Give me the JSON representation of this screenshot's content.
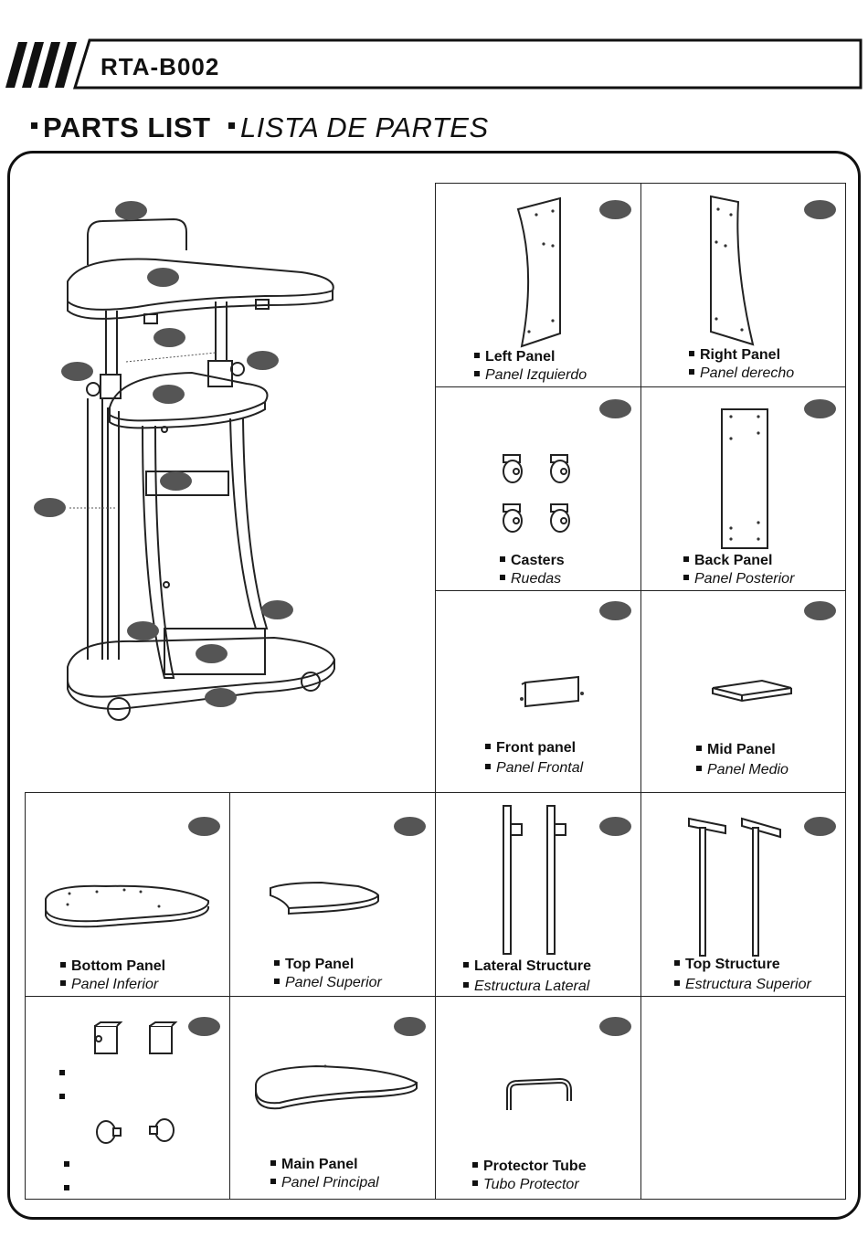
{
  "header": {
    "model": "RTA-B002"
  },
  "titles": {
    "parts_list_en": "PARTS LIST",
    "parts_list_es": "LISTA DE PARTES"
  },
  "parts": {
    "left_panel": {
      "en": "Left Panel",
      "es": "Panel Izquierdo"
    },
    "right_panel": {
      "en": "Right Panel",
      "es": "Panel derecho"
    },
    "casters": {
      "en": "Casters",
      "es": "Ruedas"
    },
    "back_panel": {
      "en": "Back Panel",
      "es": "Panel Posterior"
    },
    "front_panel": {
      "en": "Front panel",
      "es": "Panel Frontal"
    },
    "mid_panel": {
      "en": "Mid Panel",
      "es": "Panel Medio"
    },
    "bottom_panel": {
      "en": "Bottom Panel",
      "es": "Panel Inferior"
    },
    "top_panel": {
      "en": "Top Panel",
      "es": "Panel Superior"
    },
    "lateral_structure": {
      "en": "Lateral Structure",
      "es": "Estructura Lateral"
    },
    "top_structure": {
      "en": "Top Structure",
      "es": "Estructura Superior"
    },
    "main_panel": {
      "en": "Main Panel",
      "es": "Panel Principal"
    },
    "protector_tube": {
      "en": "Protector Tube",
      "es": "Tubo Protector"
    }
  },
  "colors": {
    "ink": "#111111",
    "marker": "#555555"
  }
}
